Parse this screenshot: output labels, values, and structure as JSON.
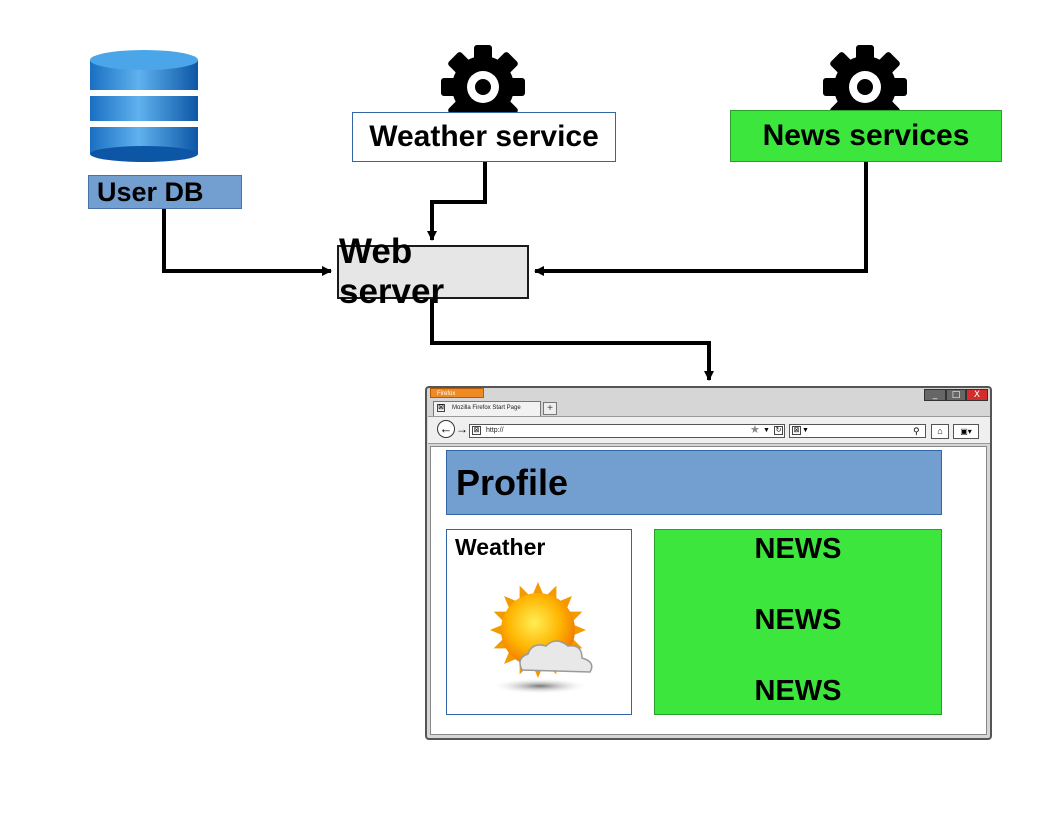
{
  "nodes": {
    "user_db": {
      "label": "User DB",
      "icon": "database-icon",
      "color": "#729fcf"
    },
    "weather_service": {
      "label": "Weather service",
      "icon": "gear-icon"
    },
    "news_services": {
      "label": "News services",
      "icon": "gear-icon",
      "color": "#3de63d"
    },
    "web_server": {
      "label": "Web server",
      "color": "#e6e6e6"
    }
  },
  "browser": {
    "app_button": "Firefox",
    "tab_title": "Mozilla Firefox Start Page",
    "new_tab": "+",
    "url": "http://",
    "window_controls": {
      "minimize": "_",
      "maximize": "□",
      "close": "X"
    }
  },
  "page": {
    "profile_title": "Profile",
    "weather_title": "Weather",
    "weather_icon": "sun-cloud-icon",
    "news_items": [
      "NEWS",
      "NEWS",
      "NEWS"
    ],
    "colors": {
      "profile": "#729fcf",
      "news": "#3de63d"
    }
  }
}
